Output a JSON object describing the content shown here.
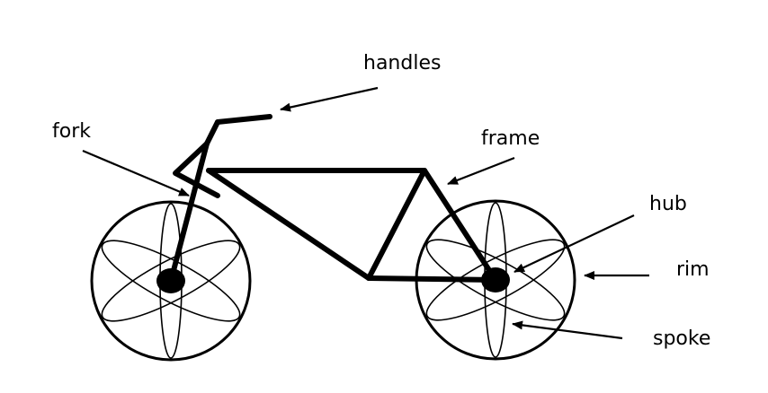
{
  "labels": {
    "handles": "handles",
    "fork": "fork",
    "frame": "frame",
    "hub": "hub",
    "rim": "rim",
    "spoke": "spoke"
  },
  "colors": {
    "ink": "#000000",
    "background": "#ffffff"
  }
}
